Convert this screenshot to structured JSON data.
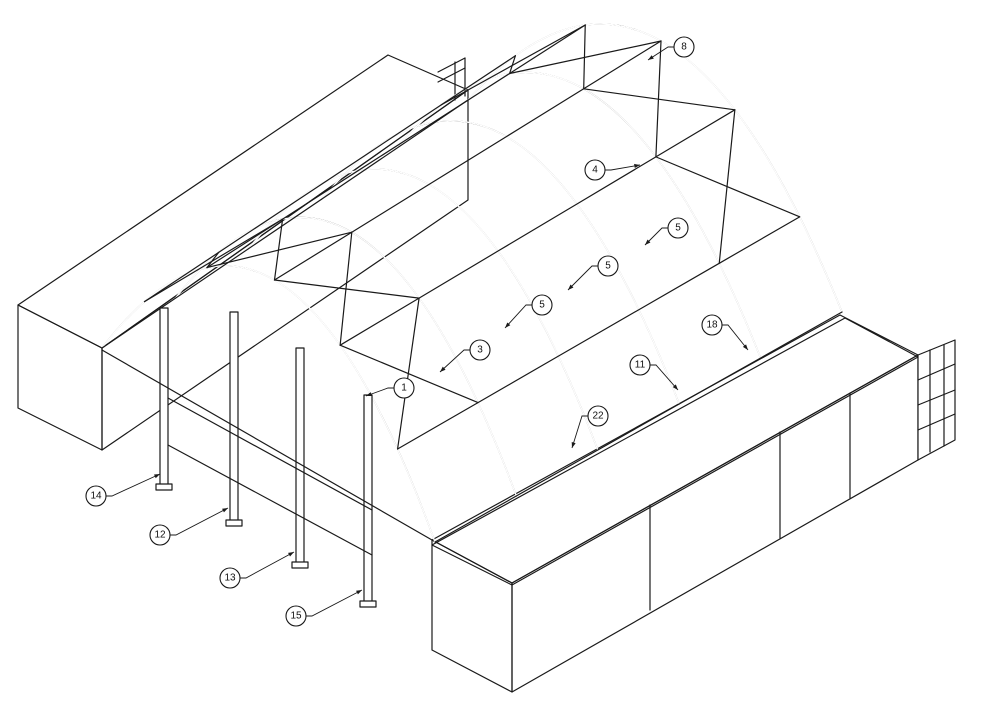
{
  "callouts": [
    {
      "id": "c8",
      "label": "8"
    },
    {
      "id": "c4",
      "label": "4"
    },
    {
      "id": "c5a",
      "label": "5"
    },
    {
      "id": "c5b",
      "label": "5"
    },
    {
      "id": "c5c",
      "label": "5"
    },
    {
      "id": "c18",
      "label": "18"
    },
    {
      "id": "c3",
      "label": "3"
    },
    {
      "id": "c1",
      "label": "1"
    },
    {
      "id": "c11",
      "label": "11"
    },
    {
      "id": "c22",
      "label": "22"
    },
    {
      "id": "c14",
      "label": "14"
    },
    {
      "id": "c12",
      "label": "12"
    },
    {
      "id": "c13",
      "label": "13"
    },
    {
      "id": "c15",
      "label": "15"
    }
  ],
  "colors": {
    "line": "#1a1a1a",
    "background": "#ffffff"
  }
}
